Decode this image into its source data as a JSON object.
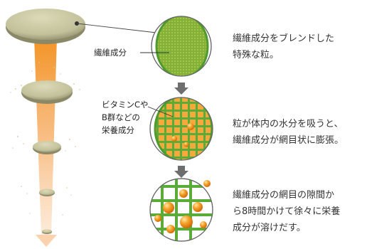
{
  "labels": {
    "fiber": "繊維成分",
    "vitamin_line1": "ビタミンCや",
    "vitamin_line2": "B群などの",
    "vitamin_line3": "栄養成分"
  },
  "steps": [
    {
      "line1": "繊維成分をブレンドした",
      "line2": "特殊な粒。"
    },
    {
      "line1": "粒が体内の水分を吸うと、",
      "line2": "繊維成分が網目状に膨張。"
    },
    {
      "line1": "繊維成分の網目の隙間か",
      "line2": "ら8時間かけて徐々に栄養",
      "line3": "成分が溶けだす。"
    }
  ],
  "colors": {
    "fiber_green": "#5aa83a",
    "nutrient_orange": "#f39a1e",
    "tablet_beige": "#c8c6a2",
    "arrow_gray": "#6e6e6e",
    "stream_orange": "#f5a04a"
  }
}
